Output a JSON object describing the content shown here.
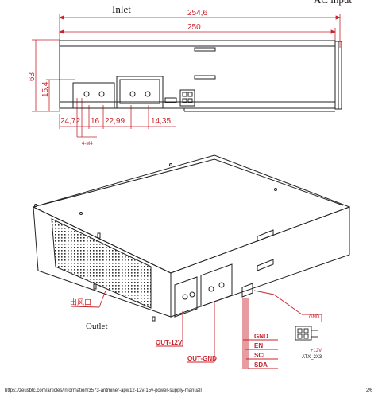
{
  "header": {
    "inlet_label": "Inlet",
    "ac_input_label": "AC input"
  },
  "top_drawing": {
    "dim_overall": "254,6",
    "dim_body": "250",
    "dim_height_outer": "63",
    "dim_height_inner": "15,4",
    "dim_a": "24,72",
    "dim_b": "16",
    "dim_c": "22,99",
    "dim_d": "14,35",
    "screw_note": "4-M4"
  },
  "bottom_drawing": {
    "outlet_chinese": "出风口",
    "outlet_label": "Outlet",
    "out_12v": "OUT-12V",
    "out_gnd": "OUT-GND",
    "signals": [
      "GND",
      "EN",
      "SCL",
      "SDA"
    ],
    "conn_gnd": "GND",
    "conn_12v": "+12V",
    "conn_name": "ATX_2X3"
  },
  "footer": {
    "url": "https://zeusbtc.com/articles/information/3573-antminer-apw12-12v-15v-power-supply-manuall",
    "page": "2/6"
  },
  "colors": {
    "dimension_red": "#c8232c",
    "line": "#222222"
  }
}
